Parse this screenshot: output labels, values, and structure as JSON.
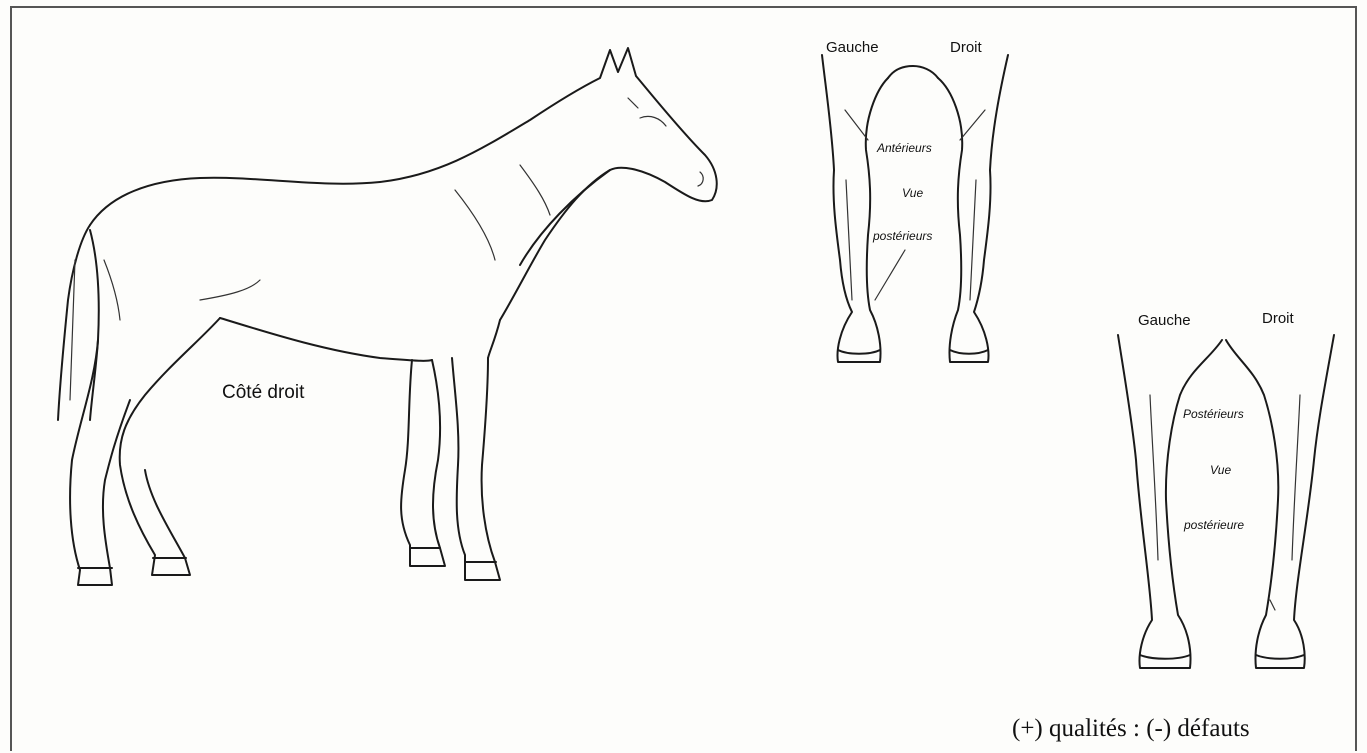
{
  "horse": {
    "side_label": "Côté droit"
  },
  "front_legs": {
    "left_label": "Gauche",
    "right_label": "Droit",
    "center_lines": [
      "Antérieurs",
      "Vue",
      "postérieurs"
    ]
  },
  "hind_legs": {
    "left_label": "Gauche",
    "right_label": "Droit",
    "center_lines": [
      "Postérieurs",
      "Vue",
      "postérieure"
    ]
  },
  "legend": {
    "text": "(+) qualités : (-) défauts"
  }
}
